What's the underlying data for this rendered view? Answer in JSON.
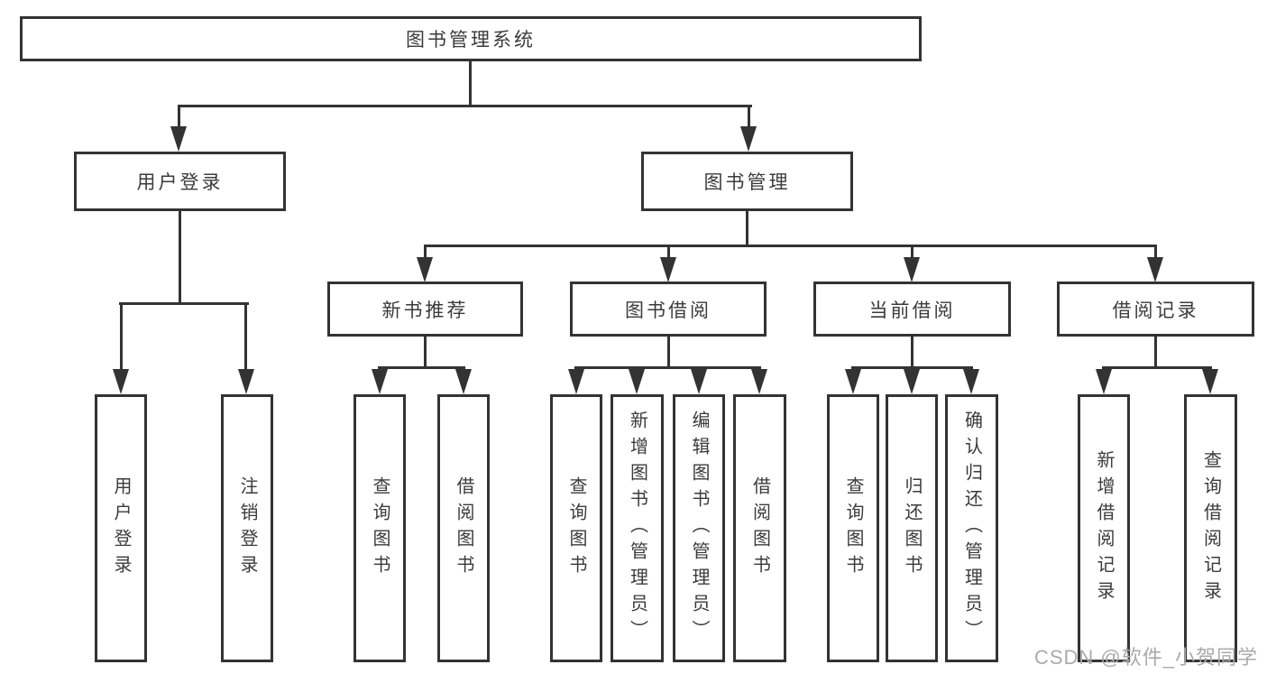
{
  "diagram": {
    "root": {
      "label": "图书管理系统"
    },
    "branches": {
      "user_login": {
        "label": "用户登录",
        "children": {
          "login": {
            "label": "用户登录"
          },
          "logout": {
            "label": "注销登录"
          }
        }
      },
      "book_management": {
        "label": "图书管理",
        "children": {
          "new_book_recommend": {
            "label": "新书推荐",
            "children": {
              "query_book": {
                "label": "查询图书"
              },
              "borrow_book": {
                "label": "借阅图书"
              }
            }
          },
          "book_borrow": {
            "label": "图书借阅",
            "children": {
              "query_book": {
                "label": "查询图书"
              },
              "add_book": {
                "label": "新增图书（管理员）"
              },
              "edit_book": {
                "label": "编辑图书（管理员）"
              },
              "borrow_book": {
                "label": "借阅图书"
              }
            }
          },
          "current_borrow": {
            "label": "当前借阅",
            "children": {
              "query_book": {
                "label": "查询图书"
              },
              "return_book": {
                "label": "归还图书"
              },
              "confirm_return": {
                "label": "确认归还（管理员）"
              }
            }
          },
          "borrow_record": {
            "label": "借阅记录",
            "children": {
              "add_record": {
                "label": "新增借阅记录"
              },
              "query_record": {
                "label": "查询借阅记录"
              }
            }
          }
        }
      }
    }
  },
  "watermark": {
    "text": "CSDN @软件_小贺同学"
  },
  "colors": {
    "line": "#333333",
    "text": "#3b3b3b",
    "watermark": "#aaaaaa",
    "background": "#ffffff",
    "node_bg": "#ffffff"
  }
}
